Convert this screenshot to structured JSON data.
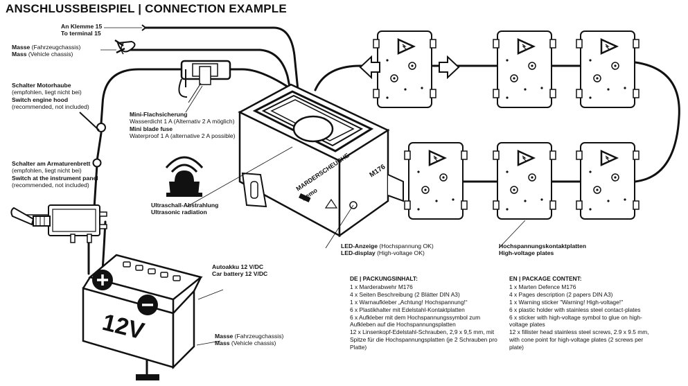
{
  "title": "ANSCHLUSSBEISPIEL | CONNECTION EXAMPLE",
  "labels": {
    "terminal15_de": "An Klemme 15",
    "terminal15_en": "To terminal 15",
    "mass1_de_b": "Masse",
    "mass1_de_n": "(Fahrzeugchassis)",
    "mass1_en_b": "Mass",
    "mass1_en_n": "(Vehicle chassis)",
    "hood_de": "Schalter Motorhaube",
    "hood_de_note": "(empfohlen, liegt nicht bei)",
    "hood_en": "Switch engine hood",
    "hood_en_note": "(recommended, not included)",
    "panel_de": "Schalter am Armaturenbrett",
    "panel_de_note": "(empfohlen, liegt nicht bei)",
    "panel_en": "Switch at the instrument panel",
    "panel_en_note": "(recommended, not included)",
    "fuse_de": "Mini-Flachsicherung",
    "fuse_de_note": "Wasserdicht 1 A (Alternativ 2 A möglich)",
    "fuse_en": "Mini blade fuse",
    "fuse_en_note": "Waterproof 1 A (alternative 2 A possible)",
    "ultra_de": "Ultraschall-Abstrahlung",
    "ultra_en": "Ultrasonic radiation",
    "led_de_b": "LED-Anzeige",
    "led_de_n": "(Hochspannung OK)",
    "led_en_b": "LED-display",
    "led_en_n": "(High-voltage OK)",
    "plates_de": "Hochspannungskontaktplatten",
    "plates_en": "High-voltage plates",
    "battery_de": "Autoakku 12 V/DC",
    "battery_en": "Car battery 12 V/DC",
    "mass2_de_b": "Masse",
    "mass2_de_n": "(Fahrzeugchassis)",
    "mass2_en_b": "Mass",
    "mass2_en_n": "(Vehicle chassis)",
    "battery_face": "12V",
    "device_brand": "MARDERSCHEUCHE",
    "device_maker": "Kemo",
    "device_model": "M176"
  },
  "package_de": {
    "heading": "DE | PACKUNGSINHALT:",
    "items": [
      "1 x Marderabwehr M176",
      "4 x Seiten Beschreibung (2 Blätter DIN A3)",
      "1 x Warnaufkleber „Achtung! Hochspannung!“",
      "6 x Plastikhalter mit Edelstahl-Kontaktplatten",
      "6 x Aufkleber mit dem Hochspannungssymbol zum Aufkleben auf die Hochspannungsplatten",
      "12 x Linsenkopf-Edelstahl-Schrauben, 2,9 x 9,5 mm, mit Spitze für die Hochspannungsplatten (je 2 Schrauben pro Platte)"
    ]
  },
  "package_en": {
    "heading": "EN | PACKAGE CONTENT:",
    "items": [
      "1 x Marten Defence M176",
      "4 x Pages description (2 papers DIN A3)",
      "1 x Warning sticker \"Warning! High-voltage!\"",
      "6 x plastic holder with stainless steel contact-plates",
      "6 x sticker with high-voltage symbol to glue on high-voltage plates",
      "12 x fillister head stainless steel screws, 2.9 x 9.5 mm, with cone point for high-voltage plates (2 screws per plate)"
    ]
  },
  "icons": [
    "ground-lug-icon",
    "ground-symbol-icon",
    "plus-icon",
    "minus-icon",
    "high-voltage-triangle-icon",
    "arrow-left-icon",
    "arrow-right-icon",
    "ultrasonic-wave-icon",
    "switch-icon",
    "toggle-switch-icon",
    "blade-fuse-icon",
    "car-battery-icon"
  ],
  "colors": {
    "ink": "#111111",
    "paper": "#ffffff",
    "shade": "#8a8a8a"
  }
}
